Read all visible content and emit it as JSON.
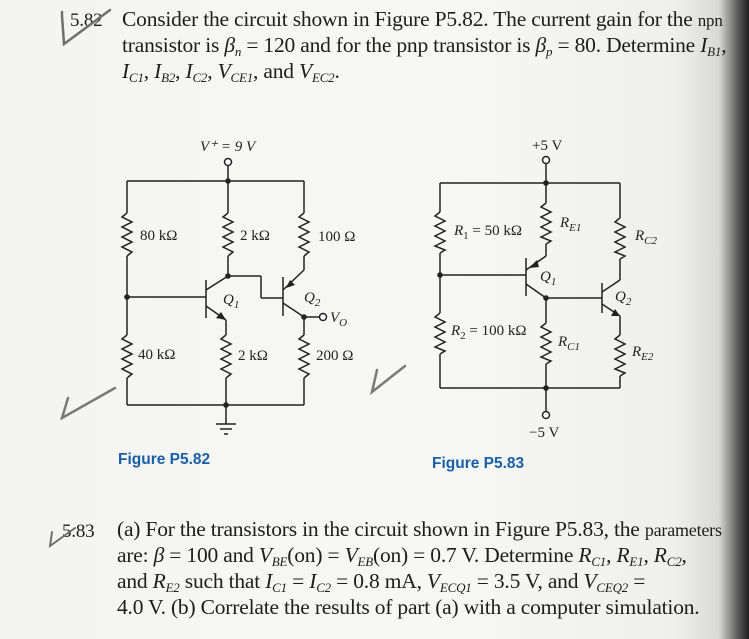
{
  "problems": [
    {
      "number": "5.82",
      "lines": [
        "Consider the circuit shown in Figure P5.82. The current gain for the npn",
        "transistor is βₙ = 120 and for the pnp transistor is βₚ = 80. Determine I_B1,",
        "I_C1, I_B2, I_C2, V_CE1, and V_EC2."
      ],
      "params": {
        "beta_n": "120",
        "beta_p": "80"
      },
      "unknowns": [
        "I_B1",
        "I_C1",
        "I_B2",
        "I_C2",
        "V_CE1",
        "V_EC2"
      ]
    },
    {
      "number": "5.83",
      "lines": [
        "(a) For the transistors in the circuit shown in Figure P5.83, the parameters",
        "are: β = 100 and V_BE(on) = V_EB(on) = 0.7 V. Determine R_C1, R_E1, R_C2,",
        "and R_E2 such that I_C1 = I_C2 = 0.8 mA, V_ECQ1 = 3.5 V, and V_CEQ2 =",
        "4.0 V. (b) Correlate the results of part (a) with a computer simulation."
      ],
      "params": {
        "beta": "100",
        "vbe_on": "0.7 V",
        "ic": "0.8 mA",
        "vecq1": "3.5 V",
        "vceq2": "4.0 V"
      }
    }
  ],
  "figures": [
    {
      "caption": "Figure P5.82",
      "supply": "V⁺ = 9 V",
      "resistors": {
        "r_top_left": "80 kΩ",
        "r_top_mid": "2 kΩ",
        "r_top_right": "100 Ω",
        "r_bot_left": "40 kΩ",
        "r_bot_mid": "2 kΩ",
        "r_bot_right": "200 Ω"
      },
      "transistors": [
        "Q1",
        "Q2"
      ],
      "output": "V_O"
    },
    {
      "caption": "Figure P5.83",
      "supply_top": "+5 V",
      "supply_bottom": "−5 V",
      "resistors": {
        "r1": "R1 = 50 kΩ",
        "r2": "R2 = 100 kΩ",
        "re1": "R_E1",
        "rc1": "R_C1",
        "rc2": "R_C2",
        "re2": "R_E2"
      },
      "transistors": [
        "Q1",
        "Q2"
      ]
    }
  ],
  "colors": {
    "caption": "#1b5ea8",
    "ink": "#1d1d1d",
    "checkmark": "#6e6e6e"
  }
}
